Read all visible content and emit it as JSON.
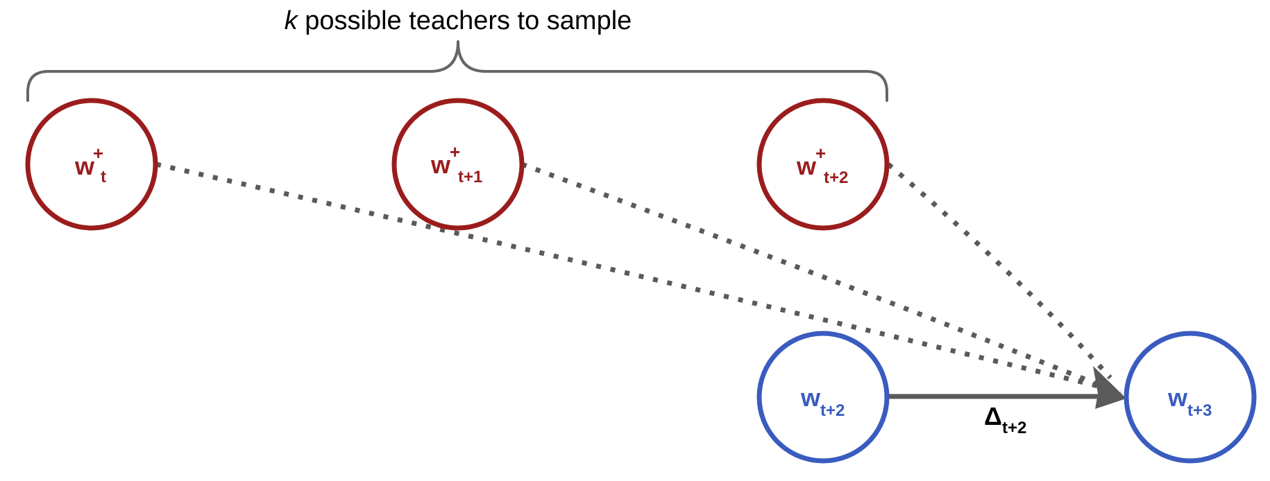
{
  "brace": {
    "label_var": "k",
    "label_text": " possible teachers to sample"
  },
  "teachers": [
    {
      "base": "w",
      "sup": "+",
      "sub": "t"
    },
    {
      "base": "w",
      "sup": "+",
      "sub": "t+1"
    },
    {
      "base": "w",
      "sup": "+",
      "sub": "t+2"
    }
  ],
  "students": [
    {
      "base": "w",
      "sub": "t+2"
    },
    {
      "base": "w",
      "sub": "t+3"
    }
  ],
  "update_arrow": {
    "base": "Δ",
    "sub": "t+2"
  },
  "colors": {
    "teacher": "#9b1c1c",
    "student": "#3a5bbf",
    "connector": "#5a5a5a",
    "brace": "#666666",
    "text": "#000000"
  }
}
